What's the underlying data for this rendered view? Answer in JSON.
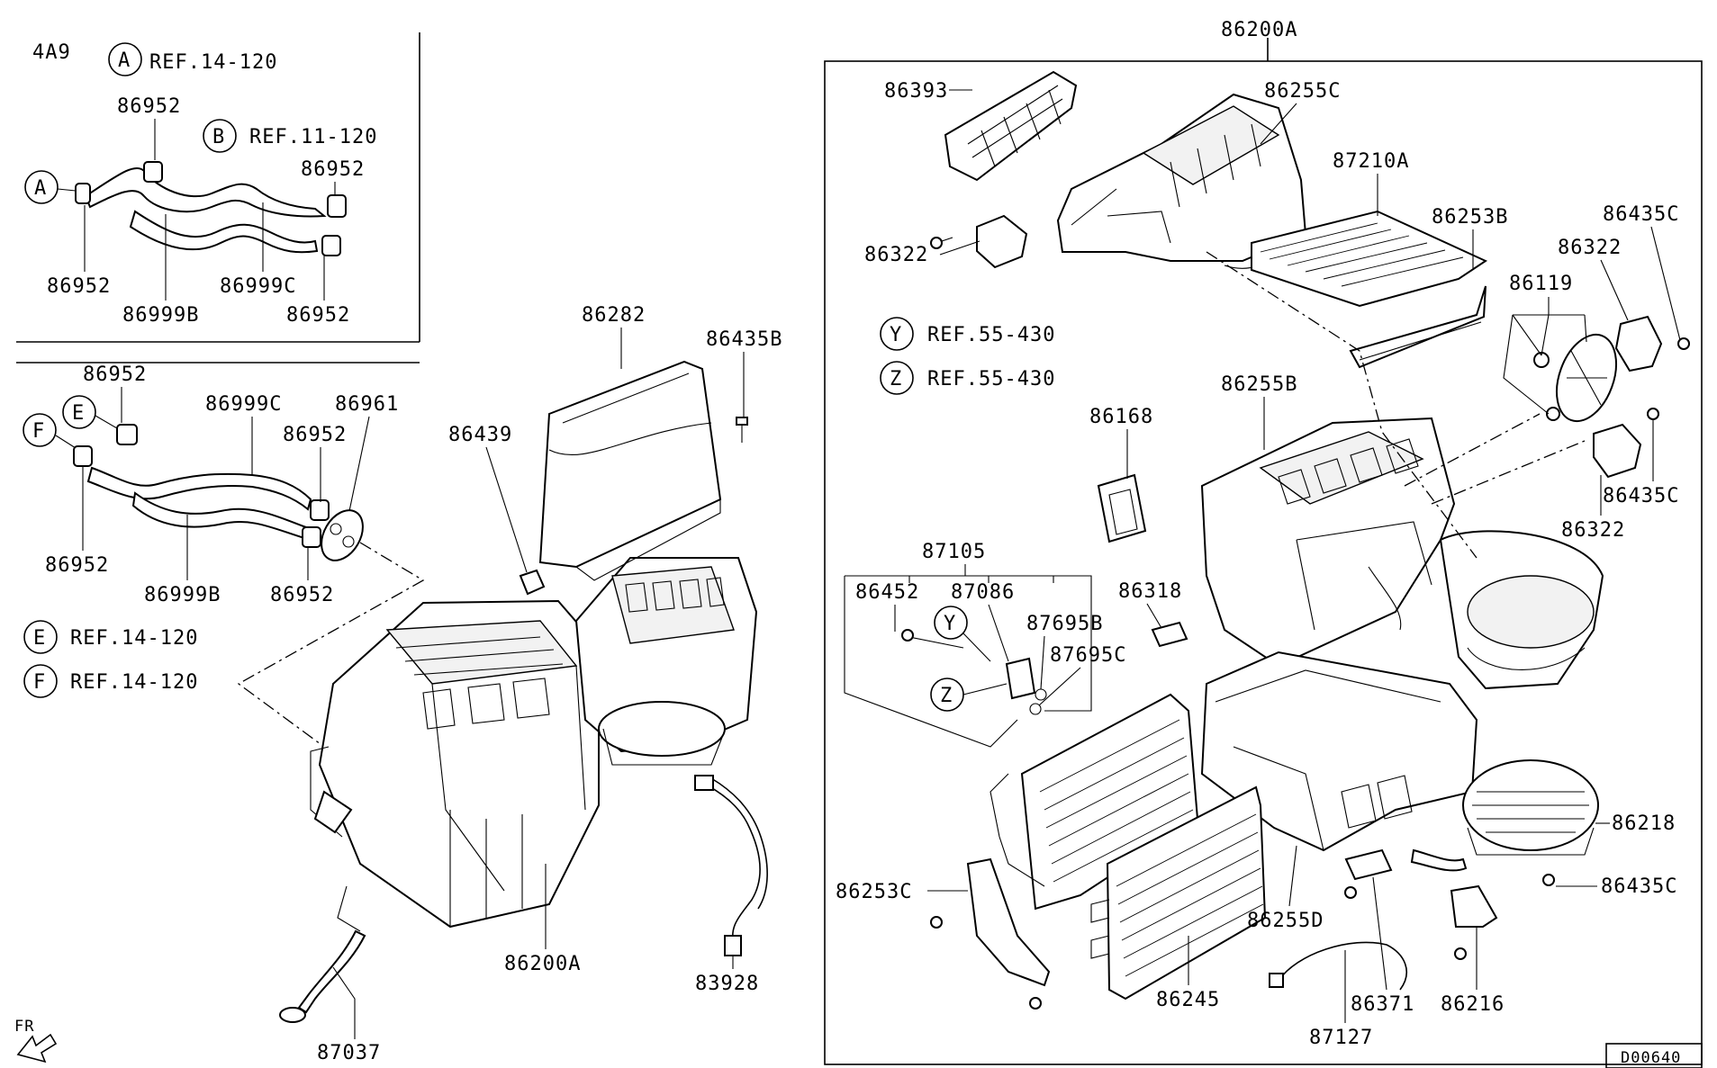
{
  "diagram": {
    "code": "4A9",
    "figure_id": "D00640",
    "direction_label": "FR",
    "refs": [
      {
        "letter": "A",
        "text": "REF.14-120"
      },
      {
        "letter": "B",
        "text": "REF.11-120"
      },
      {
        "letter": "E",
        "text": "REF.14-120"
      },
      {
        "letter": "F",
        "text": "REF.14-120"
      },
      {
        "letter": "Y",
        "text": "REF.55-430"
      },
      {
        "letter": "Z",
        "text": "REF.55-430"
      }
    ],
    "callouts": [
      "A",
      "F",
      "E",
      "Y",
      "Z"
    ],
    "parts": {
      "p86952_a": "86952",
      "p86952_b": "86952",
      "p86952_c": "86952",
      "p86952_d": "86952",
      "p86999b_1": "86999B",
      "p86999c_1": "86999C",
      "p86952_e": "86952",
      "p86952_f": "86952",
      "p86952_g": "86952",
      "p86952_h": "86952",
      "p86999c_2": "86999C",
      "p86999b_2": "86999B",
      "p86961": "86961",
      "p86282": "86282",
      "p86435b": "86435B",
      "p86439": "86439",
      "p86200a_1": "86200A",
      "p83928": "83928",
      "p87037": "87037",
      "p86200a_2": "86200A",
      "p86393": "86393",
      "p86255c": "86255C",
      "p87210a": "87210A",
      "p86253b": "86253B",
      "p86322_1": "86322",
      "p86435c_1": "86435C",
      "p86322_2": "86322",
      "p86119": "86119",
      "p86168": "86168",
      "p86255b": "86255B",
      "p86435c_2": "86435C",
      "p86322_3": "86322",
      "p87105": "87105",
      "p86452": "86452",
      "p87086": "87086",
      "p87695b": "87695B",
      "p87695c": "87695C",
      "p86318": "86318",
      "p86218": "86218",
      "p86435c_3": "86435C",
      "p86253c": "86253C",
      "p86255d": "86255D",
      "p86245": "86245",
      "p86371": "86371",
      "p86216": "86216",
      "p87127": "87127"
    }
  }
}
